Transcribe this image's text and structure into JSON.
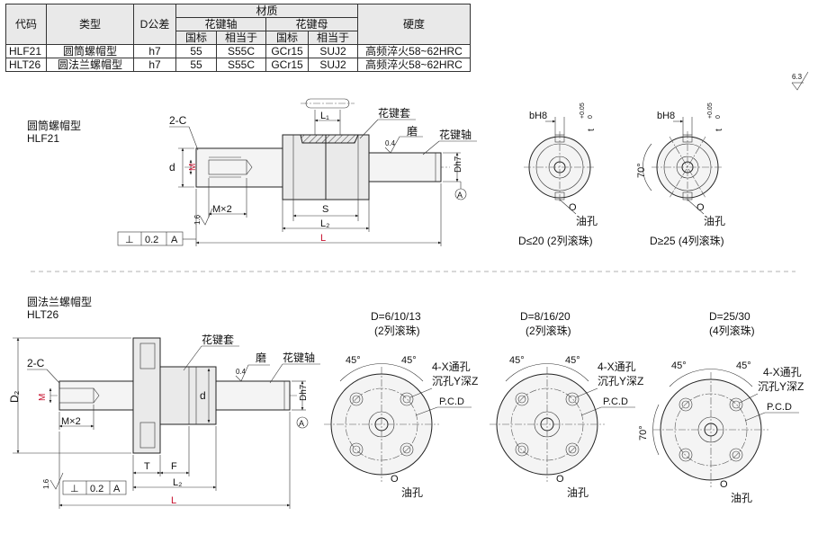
{
  "table": {
    "h_code": "代码",
    "h_type": "类型",
    "h_tol": "D公差",
    "h_material": "材质",
    "h_shaft": "花键轴",
    "h_nut": "花键母",
    "h_gb": "国标",
    "h_eq": "相当于",
    "h_hard": "硬度",
    "rows": [
      {
        "code": "HLF21",
        "type": "圆筒螺帽型",
        "tol": "h7",
        "s_gb": "55",
        "s_eq": "S55C",
        "n_gb": "GCr15",
        "n_eq": "SUJ2",
        "hard": "高频淬火58~62HRC"
      },
      {
        "code": "HLT26",
        "type": "圆法兰螺帽型",
        "tol": "h7",
        "s_gb": "55",
        "s_eq": "S55C",
        "n_gb": "GCr15",
        "n_eq": "SUJ2",
        "hard": "高频淬火58~62HRC"
      }
    ]
  },
  "roughness_top": "6.3",
  "roughness_left": "1.6",
  "top": {
    "title": "圆筒螺帽型",
    "code": "HLF21",
    "chamfer": "2-C",
    "L1": "L₁",
    "sleeve": "花键套",
    "grind": "磨",
    "val04": "0.4",
    "shaft": "花键轴",
    "d": "d",
    "M": "M",
    "Dh7": "Dh7",
    "datumA": "A",
    "Mx2": "M×2",
    "S": "S",
    "L2": "L₂",
    "L": "L",
    "tol_sym": "⊥",
    "tol_val": "0.2",
    "tol_ref": "A",
    "bH8": "bH8",
    "t005": "+0.05",
    "t0": "0",
    "t": "t",
    "O": "O",
    "oil": "油孔",
    "deg70": "70°",
    "cap1": "D≤20 (2列滚珠)",
    "cap2": "D≥25 (4列滚珠)"
  },
  "bot": {
    "title": "圆法兰螺帽型",
    "code": "HLT26",
    "chamfer": "2-C",
    "D2": "D₂",
    "M": "M",
    "Mx2": "M×2",
    "sleeve": "花键套",
    "grind": "磨",
    "val04": "0.4",
    "shaft": "花键轴",
    "d": "d",
    "Dh7": "Dh7",
    "datumA": "A",
    "T": "T",
    "F": "F",
    "L2": "L₂",
    "L": "L",
    "tol_sym": "⊥",
    "tol_val": "0.2",
    "tol_ref": "A",
    "views": [
      {
        "title": "D=6/10/13",
        "sub": "(2列滚珠)"
      },
      {
        "title": "D=8/16/20",
        "sub": "(2列滚珠)"
      },
      {
        "title": "D=25/30",
        "sub": "(4列滚珠)"
      }
    ],
    "deg45": "45°",
    "deg70": "70°",
    "holes": "4-X通孔",
    "cbore": "沉孔Y深Z",
    "pcd": "P.C.D",
    "O": "O",
    "oil": "油孔"
  }
}
